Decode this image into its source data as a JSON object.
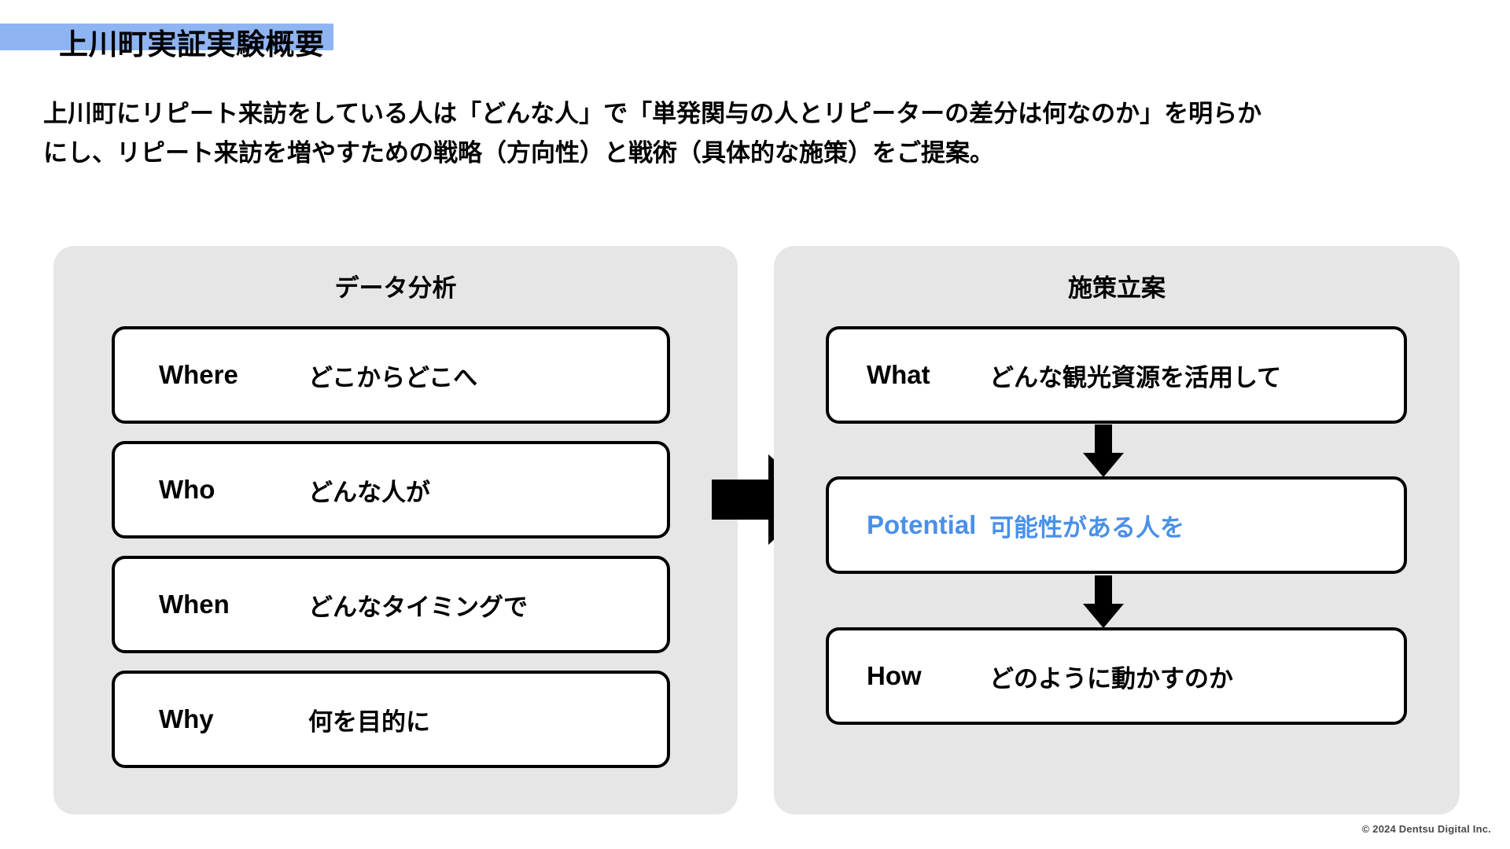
{
  "slide": {
    "title": "上川町実証実験概要",
    "highlight_color": "#8fb4f2",
    "accent_color": "#4a90e8",
    "panel_bg": "#e6e6e6",
    "subtitle_line_1": "上川町にリピート来訪をしている人は「どんな人」で「単発関与の人とリピーターの差分は何なのか」を明らか",
    "subtitle_line_2": "にし、リピート来訪を増やすための戦略（方向性）と戦術（具体的な施策）をご提案。"
  },
  "left_panel": {
    "heading": "データ分析",
    "items": [
      {
        "key": "Where",
        "desc": "どこからどこへ"
      },
      {
        "key": "Who",
        "desc": "どんな人が"
      },
      {
        "key": "When",
        "desc": "どんなタイミングで"
      },
      {
        "key": "Why",
        "desc": "何を目的に"
      }
    ]
  },
  "right_panel": {
    "heading": "施策立案",
    "items": [
      {
        "key": "What",
        "desc": "どんな観光資源を活用して"
      },
      {
        "key": "Potential",
        "desc": "可能性がある人を"
      },
      {
        "key": "How",
        "desc": "どのように動かすのか"
      }
    ]
  },
  "footer": {
    "copyright": "© 2024 Dentsu Digital Inc."
  }
}
